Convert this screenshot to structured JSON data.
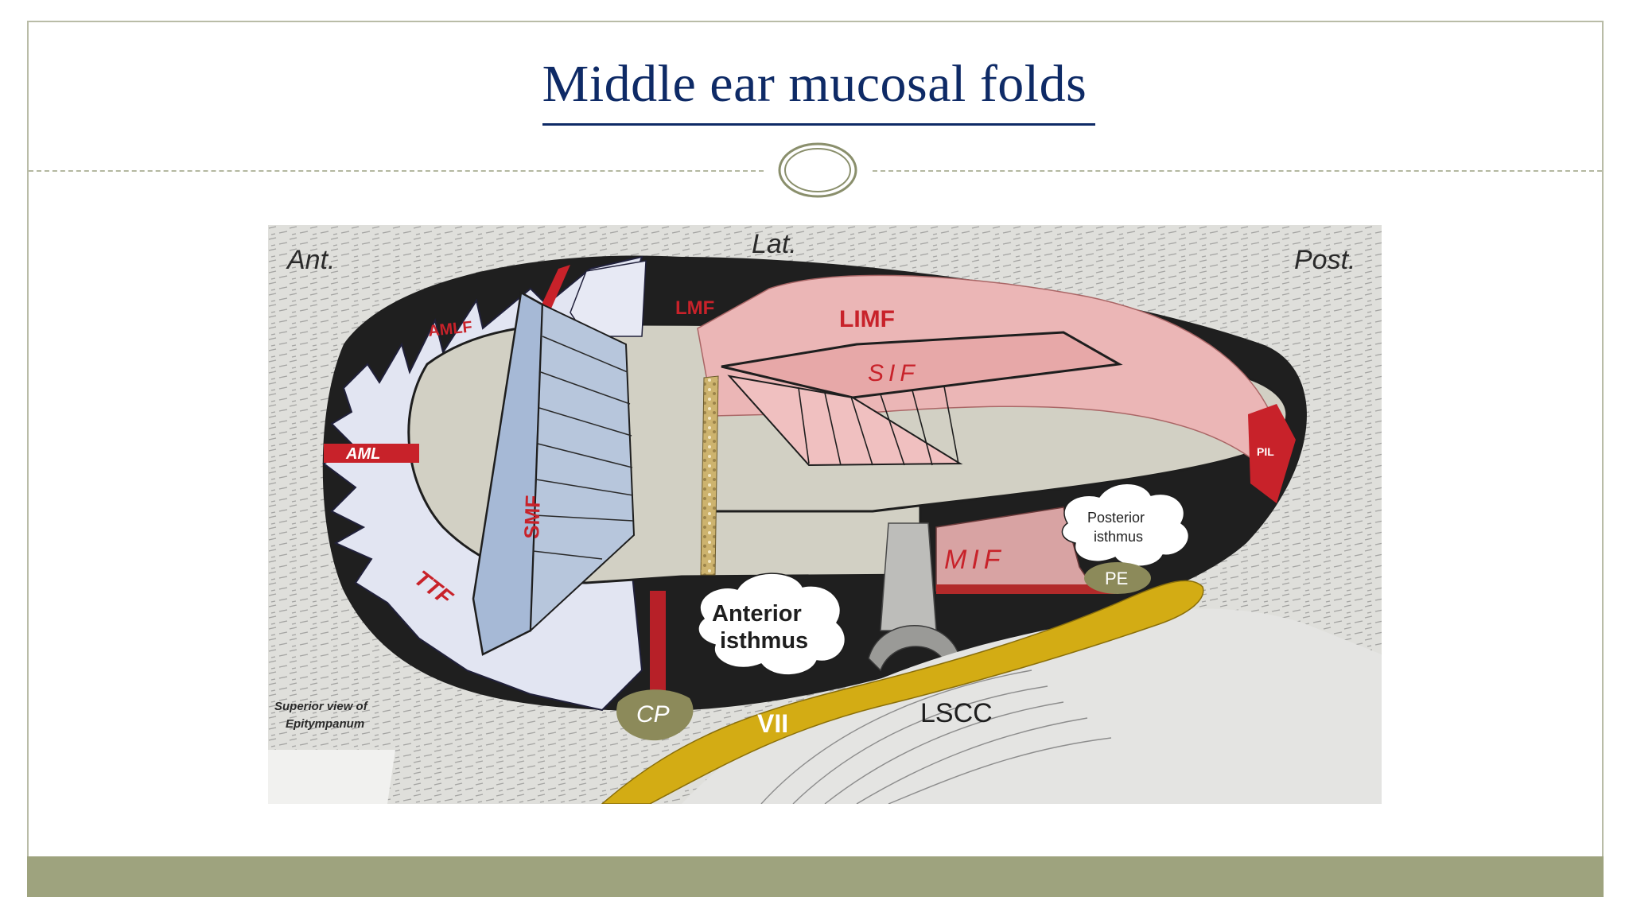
{
  "slide": {
    "title": "Middle ear mucosal folds"
  },
  "figure": {
    "orientation": {
      "anterior": "Ant.",
      "lateral": "Lat.",
      "posterior": "Post."
    },
    "labels": {
      "amlf": "AMLF",
      "aml": "AML",
      "lmf": "LMF",
      "limf": "LIMF",
      "sif": "SIF",
      "smf": "SMF",
      "ttf": "TTF",
      "mif": "MIF",
      "pe": "PE",
      "cp": "CP",
      "vii": "VII",
      "lscc": "LSCC",
      "pil": "PIL",
      "anterior_isthmus": [
        "Anterior",
        "isthmus"
      ],
      "posterior_isthmus": [
        "Posterior",
        "isthmus"
      ]
    },
    "caption": [
      "Superior view of",
      "Epitympanum"
    ]
  },
  "colors": {
    "title": "#0e2a66",
    "footer": "#9ea37e",
    "fold_red": "#c8222a",
    "pink_fold": "#e9b1b1",
    "blue_fold": "#9fb5d4",
    "nerve_yellow": "#d3ac14",
    "isthmus_olive": "#8c8a5a"
  }
}
